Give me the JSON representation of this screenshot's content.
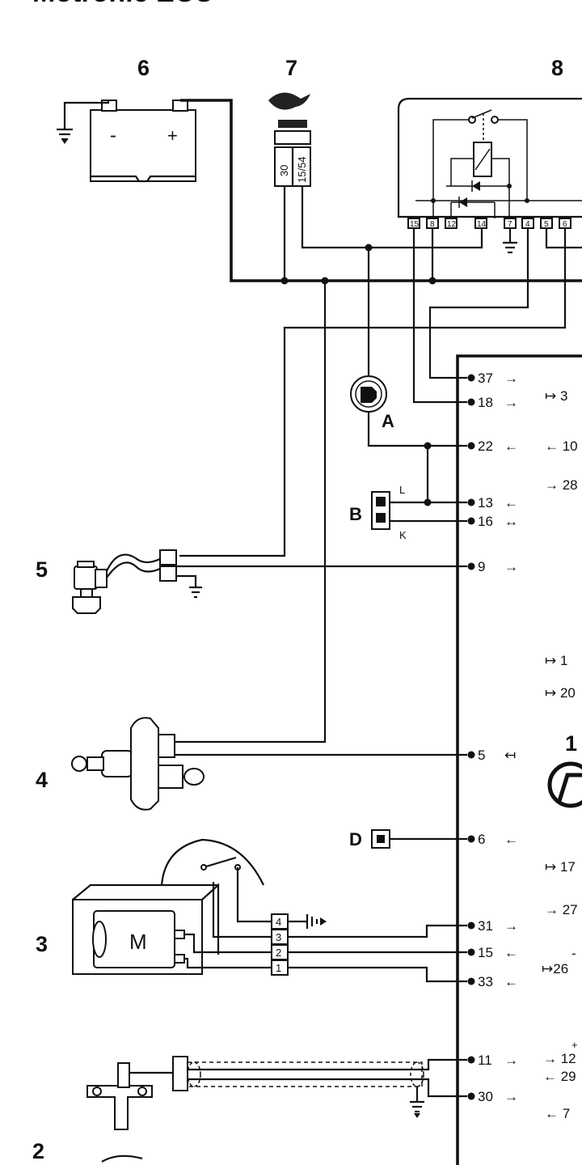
{
  "diagram": {
    "header_fragment": "Motronic ECU",
    "components": {
      "c1": "1",
      "c2": "2",
      "c3": "3",
      "c4": "4",
      "c5": "5",
      "c6": "6",
      "c7": "7",
      "c8": "8"
    },
    "letters": {
      "A": "A",
      "B": "B",
      "D": "D",
      "L": "L",
      "K": "K",
      "M": "M"
    },
    "battery": {
      "minus": "-",
      "plus": "+"
    },
    "ignition_terminals": [
      "30",
      "15/54"
    ],
    "relay_pins": [
      "15",
      "8",
      "12",
      "14",
      "7",
      "4",
      "5",
      "6"
    ],
    "motor_pins": [
      "4",
      "3",
      "2",
      "1"
    ],
    "ecu_pins": [
      {
        "pin": "37",
        "arrow": "→"
      },
      {
        "pin": "18",
        "arrow": "→"
      },
      {
        "pin": "22",
        "arrow": "←"
      },
      {
        "pin": "13",
        "arrow": "←"
      },
      {
        "pin": "16",
        "arrow": "↔"
      },
      {
        "pin": "9",
        "arrow": "→"
      },
      {
        "pin": "5",
        "arrow": "↤"
      },
      {
        "pin": "6",
        "arrow": "←"
      },
      {
        "pin": "31",
        "arrow": "→"
      },
      {
        "pin": "15",
        "arrow": "←"
      },
      {
        "pin": "33",
        "arrow": "←"
      },
      {
        "pin": "11",
        "arrow": "→"
      },
      {
        "pin": "30",
        "arrow": "→"
      }
    ],
    "right_edge_labels": [
      "↦ 3",
      "← 10",
      "→ 28",
      "↦ 1",
      "↦ 20",
      "↦ 17",
      "→ 27",
      "-",
      "↦26",
      "+",
      "→ 12",
      "← 29",
      "← 7"
    ]
  }
}
